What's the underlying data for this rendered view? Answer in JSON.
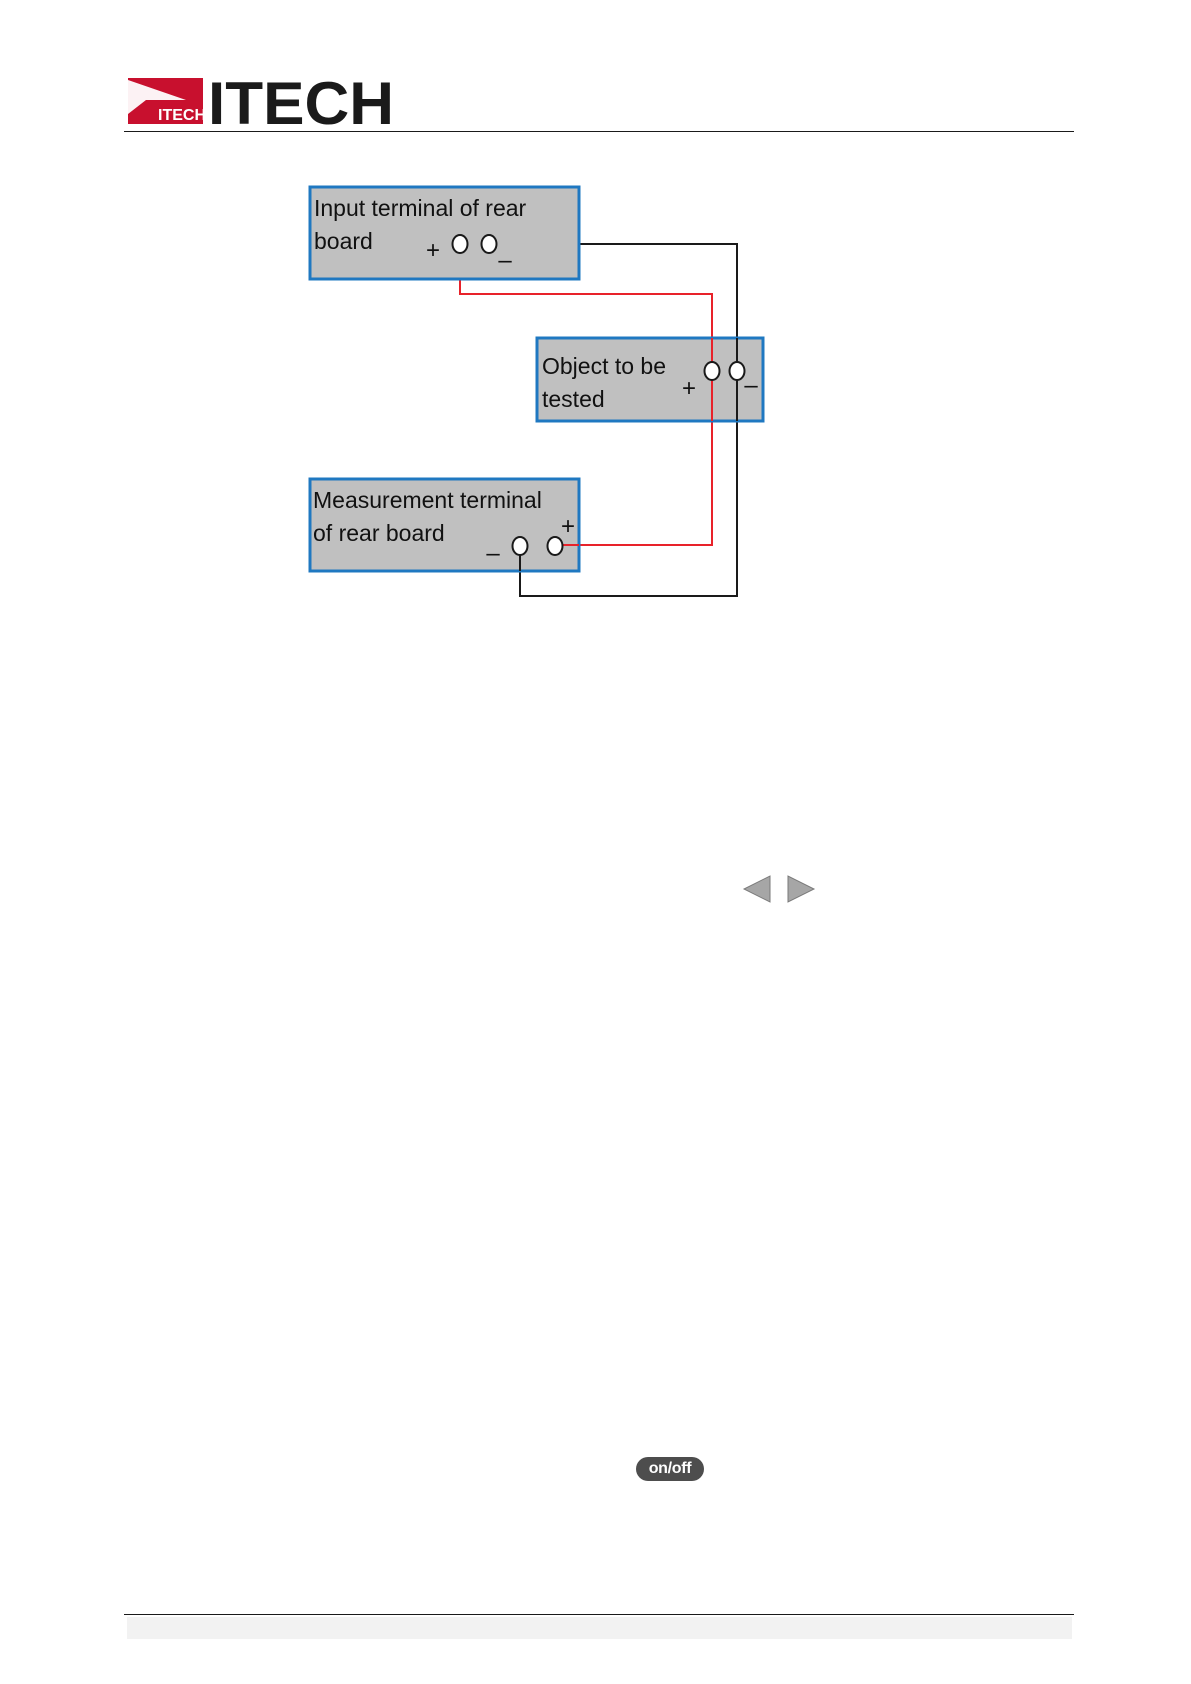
{
  "header": {
    "brand_name": "ITECH",
    "brand_color": "#c8102e",
    "logo_mark_text": "ITECH"
  },
  "diagram": {
    "boxes": [
      {
        "id": "input",
        "lines": [
          "Input terminal of rear",
          "board"
        ]
      },
      {
        "id": "dut",
        "lines": [
          "Object to be",
          "tested"
        ]
      },
      {
        "id": "measure",
        "lines": [
          "Measurement terminal",
          "of rear board"
        ]
      }
    ],
    "polarity": {
      "plus": "+",
      "minus": "–"
    },
    "colors": {
      "box_fill": "#c0c0c0",
      "box_border": "#1f78c1",
      "positive_wire": "#e8222a",
      "negative_wire": "#1a1a1a"
    }
  },
  "controls": {
    "left_arrow_icon": "triangle-left-icon",
    "right_arrow_icon": "triangle-right-icon",
    "onoff_label": "on/off"
  }
}
